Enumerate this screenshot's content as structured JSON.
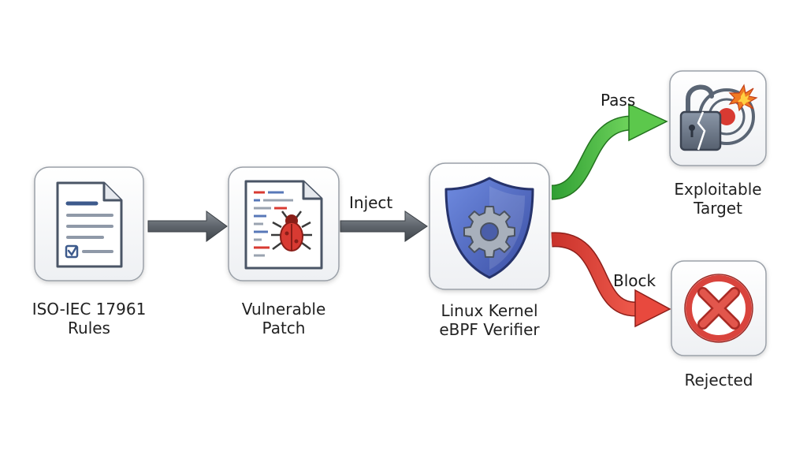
{
  "nodes": {
    "rules": {
      "line1": "ISO-IEC 17961",
      "line2": "Rules"
    },
    "patch": {
      "line1": "Vulnerable",
      "line2": "Patch"
    },
    "verifier": {
      "line1": "Linux Kernel",
      "line2": "eBPF Verifier"
    },
    "target": {
      "line1": "Exploitable",
      "line2": "Target"
    },
    "rejected": {
      "line1": "Rejected"
    }
  },
  "edges": {
    "inject": "Inject",
    "pass": "Pass",
    "block": "Block"
  },
  "colors": {
    "pass": "#4cbb3f",
    "block": "#e0463c",
    "arrow_gray": "#5f656c",
    "shield": "#4660b5",
    "bug": "#d83a32",
    "reject": "#d9443d"
  },
  "icons": {
    "rules": "document-checklist-icon",
    "patch": "code-file-bug-icon",
    "verifier": "shield-gear-icon",
    "target": "broken-lock-target-icon",
    "rejected": "x-circle-icon"
  }
}
